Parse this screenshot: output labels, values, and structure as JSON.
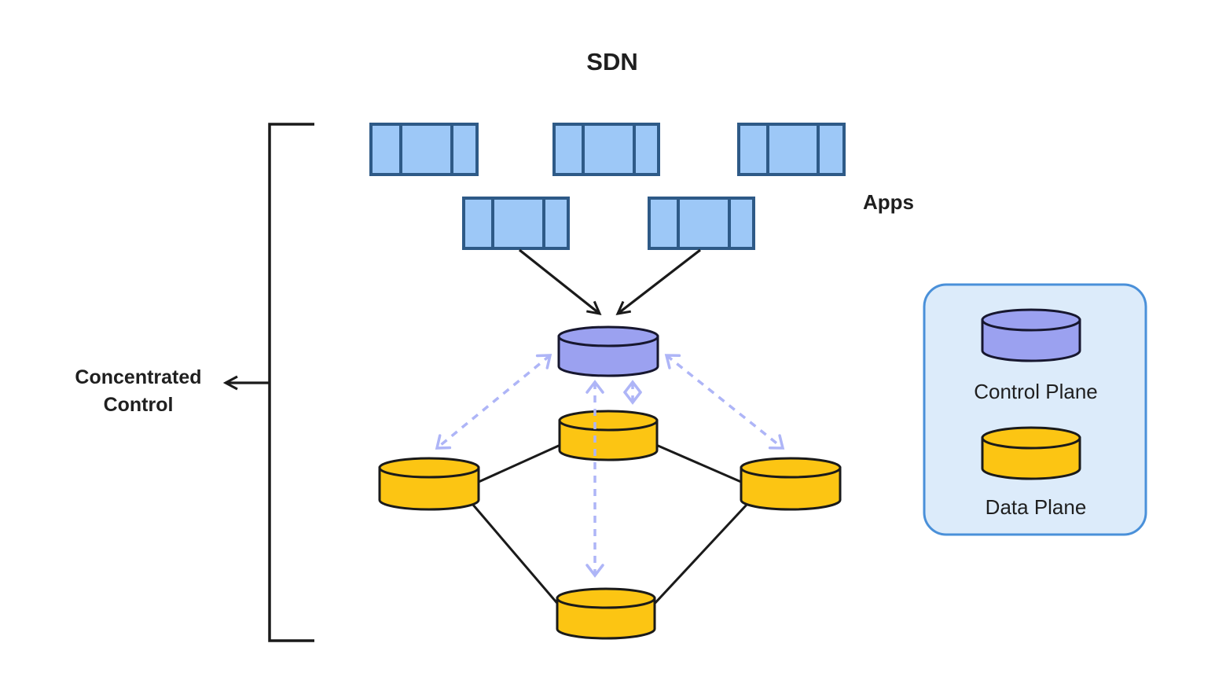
{
  "title": "SDN",
  "annotations": {
    "apps_label": "Apps",
    "concentrated_control": {
      "line1": "Concentrated",
      "line2": "Control"
    }
  },
  "legend": {
    "control_plane_label": "Control Plane",
    "data_plane_label": "Data Plane"
  },
  "diagram": {
    "type": "sdn-architecture",
    "app_block_count": 5,
    "controller_count": 1,
    "data_plane_switch_count": 4,
    "data_plane_links": 4,
    "control_links": 4
  },
  "colors": {
    "app_fill": "#9DC8F7",
    "app_border": "#2E5A87",
    "control_plane_fill": "#9BA1F0",
    "data_plane_fill": "#FCC513",
    "outline": "#1A1A1A",
    "control_link_dash": "#AEB5F7",
    "legend_fill": "#DCEBFA",
    "legend_border": "#4A90D9",
    "text": "#1F1F1F"
  }
}
